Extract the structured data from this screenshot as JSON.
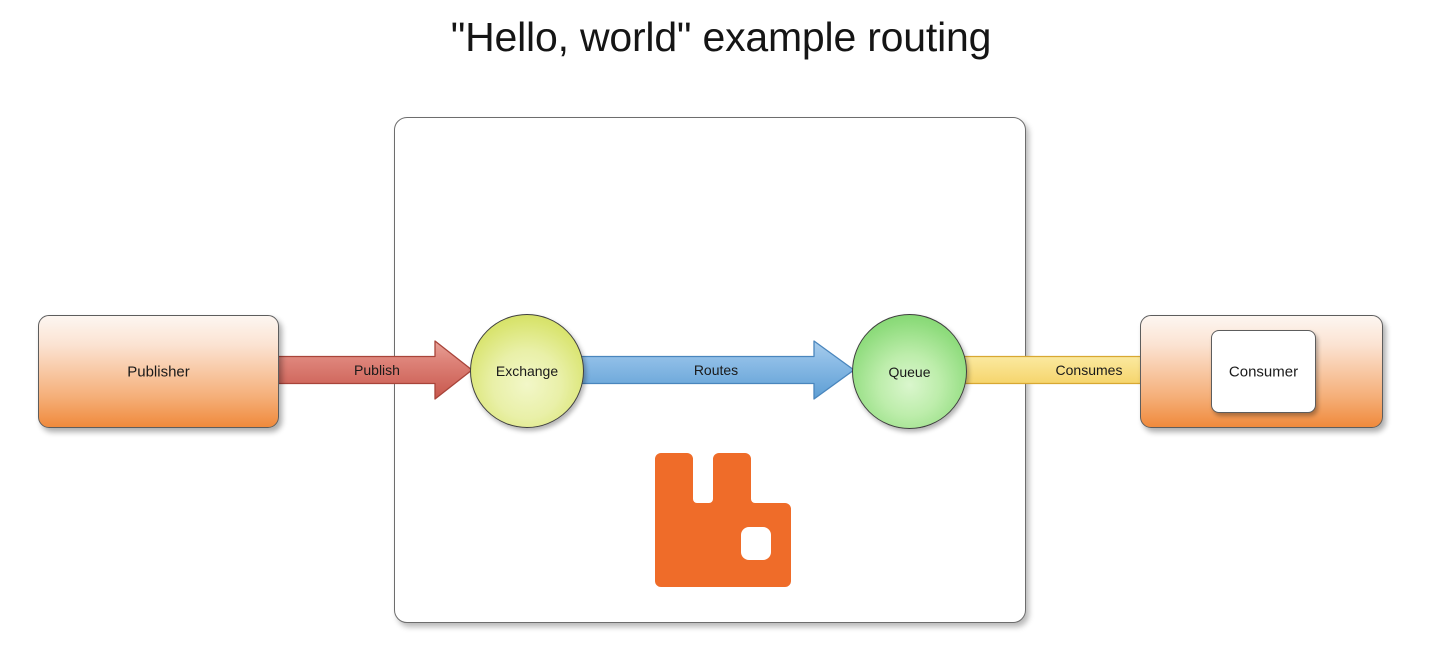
{
  "diagram": {
    "title": "\"Hello, world\" example routing",
    "broker_container": {
      "name": "rabbitmq-broker",
      "logo_alt": "rabbitmq-logo"
    },
    "nodes": [
      {
        "id": "publisher",
        "label": "Publisher",
        "shape": "rounded-rect",
        "color": "#f08a3c"
      },
      {
        "id": "exchange",
        "label": "Exchange",
        "shape": "circle",
        "color": "#d9e46f"
      },
      {
        "id": "queue",
        "label": "Queue",
        "shape": "circle",
        "color": "#8fdc7d"
      },
      {
        "id": "consumer",
        "label": "Consumer",
        "shape": "rounded-rect",
        "color": "#f08a3c"
      }
    ],
    "edges": [
      {
        "id": "publish",
        "label": "Publish",
        "from": "publisher",
        "to": "exchange",
        "color": "#d9736a"
      },
      {
        "id": "routes",
        "label": "Routes",
        "from": "exchange",
        "to": "queue",
        "color": "#7fb3e0"
      },
      {
        "id": "consumes",
        "label": "Consumes",
        "from": "queue",
        "to": "consumer",
        "color": "#f7d96a"
      }
    ],
    "colors": {
      "publish_arrow": "#d9736a",
      "routes_arrow": "#7fb3e0",
      "consumes_arrow": "#f7d96a",
      "rabbitmq_orange": "#ef6c29",
      "box_border": "#5d5d5d",
      "title_text": "#151515"
    }
  }
}
